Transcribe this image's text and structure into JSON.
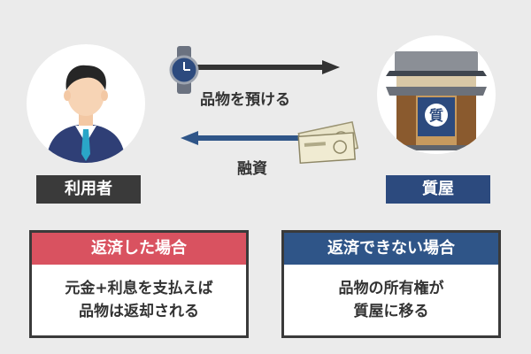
{
  "labels": {
    "user": "利用者",
    "shop": "質屋"
  },
  "arrows": {
    "deposit": "品物を預ける",
    "loan": "融資"
  },
  "shop_sign": "質",
  "cards": {
    "repaid": {
      "title": "返済した場合",
      "lines": [
        "元金+利息を支払えば",
        "品物は返却される"
      ]
    },
    "not_repaid": {
      "title": "返済できない場合",
      "lines": [
        "品物の所有権が",
        "質屋に移る"
      ]
    }
  },
  "colors": {
    "background": "#ebebeb",
    "user_label": "#3a3a3a",
    "shop_label": "#2c4a7e",
    "repaid_header": "#d95260",
    "not_repaid_header": "#2f5588",
    "arrow_dark": "#333333",
    "arrow_blue": "#2f5588"
  },
  "icons": [
    "person-icon",
    "wristwatch-icon",
    "pawnshop-building-icon",
    "banknotes-icon"
  ]
}
